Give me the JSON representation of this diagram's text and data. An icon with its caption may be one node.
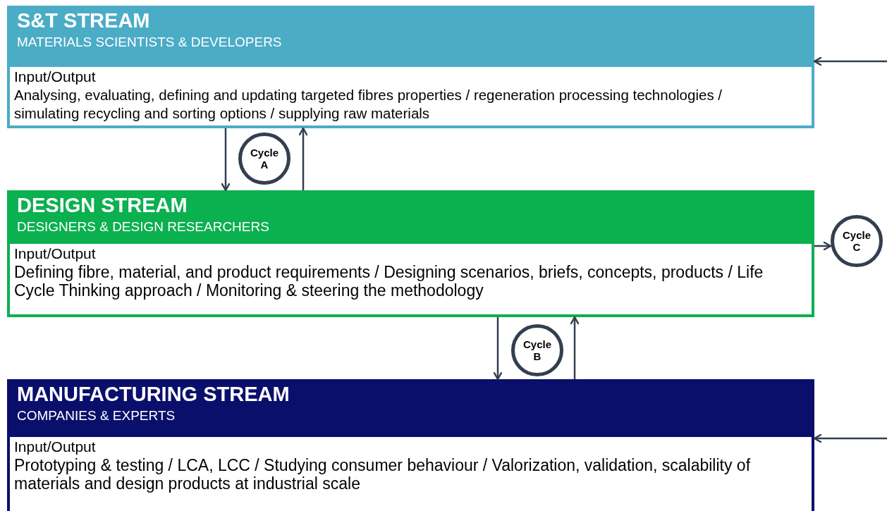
{
  "diagram": {
    "nodes": [
      {
        "text": [
          "S&T STREAM",
          "MATERIALS SCIENTISTS & DEVELOPERS"
        ]
      },
      {
        "text": [
          "Input/Output",
          "Analysing, evaluating, defining and updating targeted fibres properties / regeneration processing technologies / simulating recycling and sorting options / supplying raw materials"
        ],
        "in": 0
      },
      {
        "text": [
          "DESIGN STREAM",
          "DESIGNERS & DESIGN RESEARCHERS"
        ]
      },
      {
        "text": [
          "Input/Output",
          "Defining fibre, material, and product requirements / Designing scenarios, briefs, concepts, products / Life Cycle Thinking approach / Monitoring & steering the methodology"
        ],
        "in": 2
      },
      {
        "text": [
          "MANUFACTURING STREAM",
          "COMPANIES & EXPERTS"
        ]
      },
      {
        "text": [
          "Input/Output",
          "Prototyping & testing / LCA, LCC / Studying consumer behaviour / Valorization, validation, scalability of materials and design products at industrial scale"
        ],
        "in": 4
      },
      {
        "text": [
          "Cycle A"
        ]
      },
      {
        "text": [
          "Cycle B"
        ]
      },
      {
        "text": [
          "Cycle C"
        ]
      }
    ],
    "edges": [
      {
        "from": 0,
        "to": 2,
        "arrow": "to"
      },
      {
        "from": 2,
        "to": 0,
        "arrow": "to"
      },
      {
        "from": 2,
        "to": 4,
        "arrow": "to"
      },
      {
        "from": 4,
        "to": 2,
        "arrow": "to"
      },
      {
        "from": 2,
        "to": 8,
        "arrow": "to"
      },
      {
        "from": null,
        "to": 0,
        "arrow": "to"
      },
      {
        "from": null,
        "to": 4,
        "arrow": "to"
      }
    ]
  }
}
